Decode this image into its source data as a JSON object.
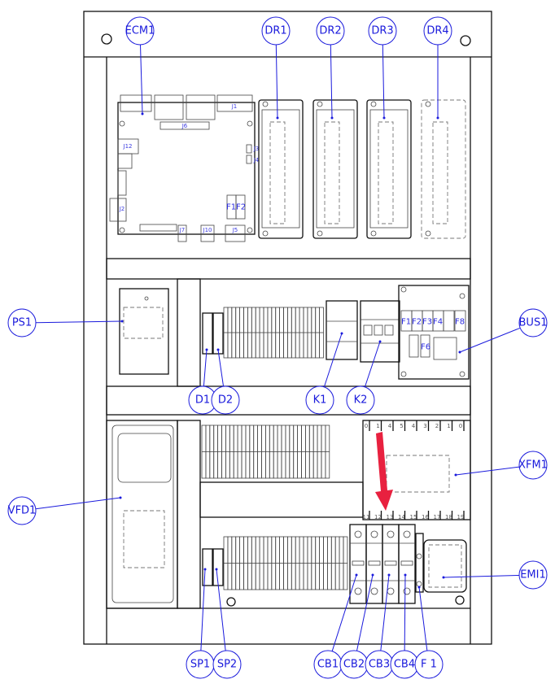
{
  "balloons": {
    "ECM1": "ECM1",
    "DR1": "DR1",
    "DR2": "DR2",
    "DR3": "DR3",
    "DR4": "DR4",
    "PS1": "PS1",
    "BUS1": "BUS1",
    "D1": "D1",
    "D2": "D2",
    "K1": "K1",
    "K2": "K2",
    "XFM1": "XFM1",
    "VFD1": "VFD1",
    "EMI1": "EMI1",
    "SP1": "SP1",
    "SP2": "SP2",
    "CB1": "CB1",
    "CB2": "CB2",
    "CB3": "CB3",
    "CB4": "CB4",
    "F1": "F 1"
  },
  "ecm_labels": {
    "J1": "J1",
    "J6": "J6",
    "J12": "J12",
    "J3": "J3",
    "J4": "J4",
    "J2": "J2",
    "F1": "F1",
    "F2": "F2",
    "J7": "J7",
    "J10": "J10",
    "J5": "J5"
  },
  "bus_labels": {
    "F1": "F1",
    "F2": "F2",
    "F3": "F3",
    "F4": "F4",
    "F8": "F8",
    "F6": "F6"
  },
  "xfm_terminals_top": [
    "0",
    "1",
    "4",
    "5",
    "4",
    "3",
    "2",
    "1",
    "0"
  ],
  "xfm_terminals_bottom": [
    "11",
    "12",
    "13",
    "14",
    "15",
    "16",
    "17",
    "18",
    "19"
  ],
  "colors": {
    "balloon": "#1a1adc",
    "arrow": "#e8213f"
  }
}
